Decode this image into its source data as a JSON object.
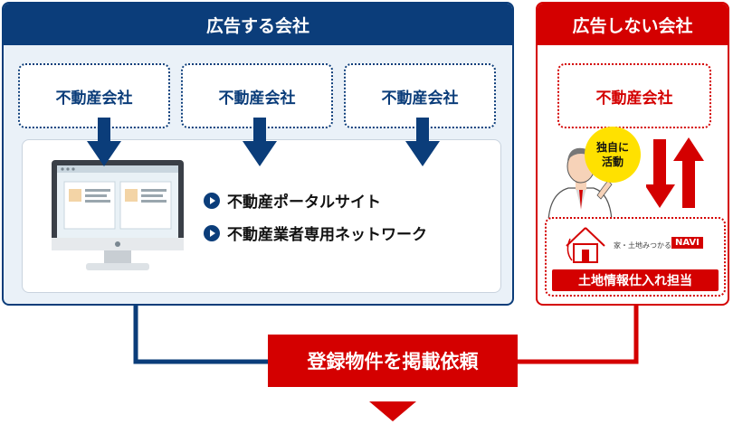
{
  "advertising": {
    "header": "広告する会社",
    "companies": [
      "不動産会社",
      "不動産会社",
      "不動産会社"
    ],
    "channels": [
      "不動産ポータルサイト",
      "不動産業者専用ネットワーク"
    ]
  },
  "non_advertising": {
    "header": "広告しない会社",
    "company": "不動産会社",
    "bubble_line1": "独自に",
    "bubble_line2": "活動",
    "service_name": "家・土地みつかる",
    "service_badge": "NAVI",
    "land_info": "土地情報仕入れ担当"
  },
  "result": {
    "label": "登録物件を掲載依頼"
  },
  "colors": {
    "navy": "#0b3d7a",
    "red": "#d40000",
    "yellow": "#ffe100"
  }
}
